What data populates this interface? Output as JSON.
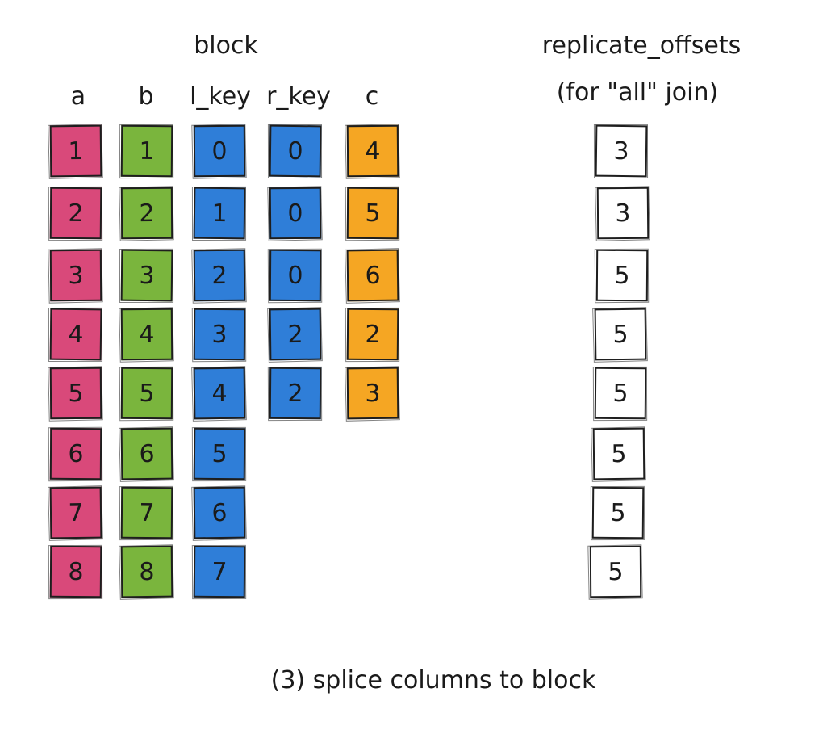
{
  "block": {
    "title": "block",
    "columns": [
      {
        "name": "a",
        "color": "#d9497a",
        "values": [
          "1",
          "2",
          "3",
          "4",
          "5",
          "6",
          "7",
          "8"
        ]
      },
      {
        "name": "b",
        "color": "#7ab53d",
        "values": [
          "1",
          "2",
          "3",
          "4",
          "5",
          "6",
          "7",
          "8"
        ]
      },
      {
        "name": "l_key",
        "color": "#2f7ed8",
        "values": [
          "0",
          "1",
          "2",
          "3",
          "4",
          "5",
          "6",
          "7"
        ]
      },
      {
        "name": "r_key",
        "color": "#2f7ed8",
        "values": [
          "0",
          "0",
          "0",
          "2",
          "2"
        ]
      },
      {
        "name": "c",
        "color": "#f5a623",
        "values": [
          "4",
          "5",
          "6",
          "2",
          "3"
        ]
      }
    ]
  },
  "offsets": {
    "title": "replicate_offsets",
    "subtitle": "(for \"all\" join)",
    "values": [
      "3",
      "3",
      "5",
      "5",
      "5",
      "5",
      "5",
      "5"
    ],
    "color": "#ffffff"
  },
  "caption": "(3)  splice columns to block"
}
